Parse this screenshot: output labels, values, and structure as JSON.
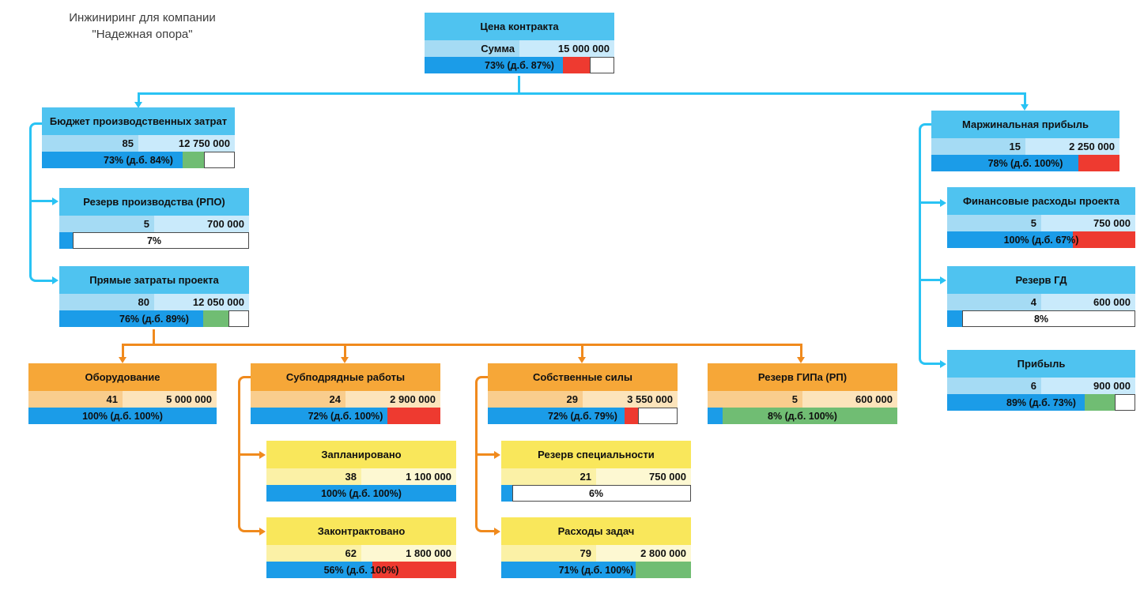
{
  "page_title": {
    "line1": "Инжиниринг для компании",
    "line2": "\"Надежная опора\""
  },
  "nodes": {
    "contract": {
      "title": "Цена контракта",
      "col1": "Сумма",
      "col2": "15 000 000",
      "bar": {
        "label": "73% (д.б. 87%)",
        "blue": 73,
        "delta": 14,
        "delta_color": "red"
      }
    },
    "budget": {
      "title": "Бюджет производственных затрат",
      "col1": "85",
      "col2": "12 750 000",
      "bar": {
        "label": "73% (д.б. 84%)",
        "blue": 73,
        "delta": 11,
        "delta_color": "green"
      }
    },
    "rpo": {
      "title": "Резерв производства (РПО)",
      "col1": "5",
      "col2": "700 000",
      "bar": {
        "label": "7%",
        "blue": 7,
        "delta": 0,
        "delta_color": ""
      }
    },
    "direct": {
      "title": "Прямые затраты проекта",
      "col1": "80",
      "col2": "12 050 000",
      "bar": {
        "label": "76% (д.б. 89%)",
        "blue": 76,
        "delta": 13,
        "delta_color": "green"
      }
    },
    "equipment": {
      "title": "Оборудование",
      "col1": "41",
      "col2": "5 000 000",
      "bar": {
        "label": "100% (д.б. 100%)",
        "blue": 100,
        "delta": 0,
        "delta_color": ""
      }
    },
    "subcontract": {
      "title": "Субподрядные работы",
      "col1": "24",
      "col2": "2 900 000",
      "bar": {
        "label": "72% (д.б. 100%)",
        "blue": 72,
        "delta": 28,
        "delta_color": "red"
      }
    },
    "own": {
      "title": "Собственные силы",
      "col1": "29",
      "col2": "3 550 000",
      "bar": {
        "label": "72% (д.б. 79%)",
        "blue": 72,
        "delta": 7,
        "delta_color": "red"
      }
    },
    "gip": {
      "title": "Резерв ГИПа (РП)",
      "col1": "5",
      "col2": "600 000",
      "bar": {
        "label": "8% (д.б. 100%)",
        "blue": 8,
        "delta": 92,
        "delta_color": "green"
      }
    },
    "planned": {
      "title": "Запланировано",
      "col1": "38",
      "col2": "1 100 000",
      "bar": {
        "label": "100% (д.б. 100%)",
        "blue": 100,
        "delta": 0,
        "delta_color": ""
      }
    },
    "contracted": {
      "title": "Законтрактовано",
      "col1": "62",
      "col2": "1 800 000",
      "bar": {
        "label": "56% (д.б. 100%)",
        "blue": 56,
        "delta": 44,
        "delta_color": "red"
      }
    },
    "spec": {
      "title": "Резерв специальности",
      "col1": "21",
      "col2": "750 000",
      "bar": {
        "label": "6%",
        "blue": 6,
        "delta": 0,
        "delta_color": ""
      }
    },
    "task": {
      "title": "Расходы задач",
      "col1": "79",
      "col2": "2 800 000",
      "bar": {
        "label": "71% (д.б. 100%)",
        "blue": 71,
        "delta": 29,
        "delta_color": "green"
      }
    },
    "margin": {
      "title": "Маржинальная прибыль",
      "col1": "15",
      "col2": "2 250 000",
      "bar": {
        "label": "78% (д.б. 100%)",
        "blue": 78,
        "delta": 22,
        "delta_color": "red"
      }
    },
    "fin": {
      "title": "Финансовые расходы проекта",
      "col1": "5",
      "col2": "750 000",
      "bar": {
        "label": "100% (д.б. 67%)",
        "blue": 67,
        "delta": 33,
        "delta_color": "red"
      }
    },
    "gd": {
      "title": "Резерв ГД",
      "col1": "4",
      "col2": "600 000",
      "bar": {
        "label": "8%",
        "blue": 8,
        "delta": 0,
        "delta_color": ""
      }
    },
    "profit": {
      "title": "Прибыль",
      "col1": "6",
      "col2": "900 000",
      "bar": {
        "label": "89% (д.б. 73%)",
        "blue": 73,
        "delta": 16,
        "delta_color": "green"
      }
    }
  },
  "colors": {
    "header_blue": "#4FC3F0",
    "cell_blue_1": "#A5DBF4",
    "cell_blue_2": "#C9EAFB",
    "header_orange": "#F6A738",
    "cell_orange_1": "#F9CD8D",
    "cell_orange_2": "#FCE4BB",
    "header_yellow": "#F9E75B",
    "cell_yellow_1": "#FBF1A6",
    "cell_yellow_2": "#FDF8D2",
    "bar_blue": "#1B9CE8",
    "bar_red": "#EE3A30",
    "bar_green": "#70BD73",
    "connector_cyan": "#29C3F4",
    "connector_orange": "#F08A1D"
  }
}
